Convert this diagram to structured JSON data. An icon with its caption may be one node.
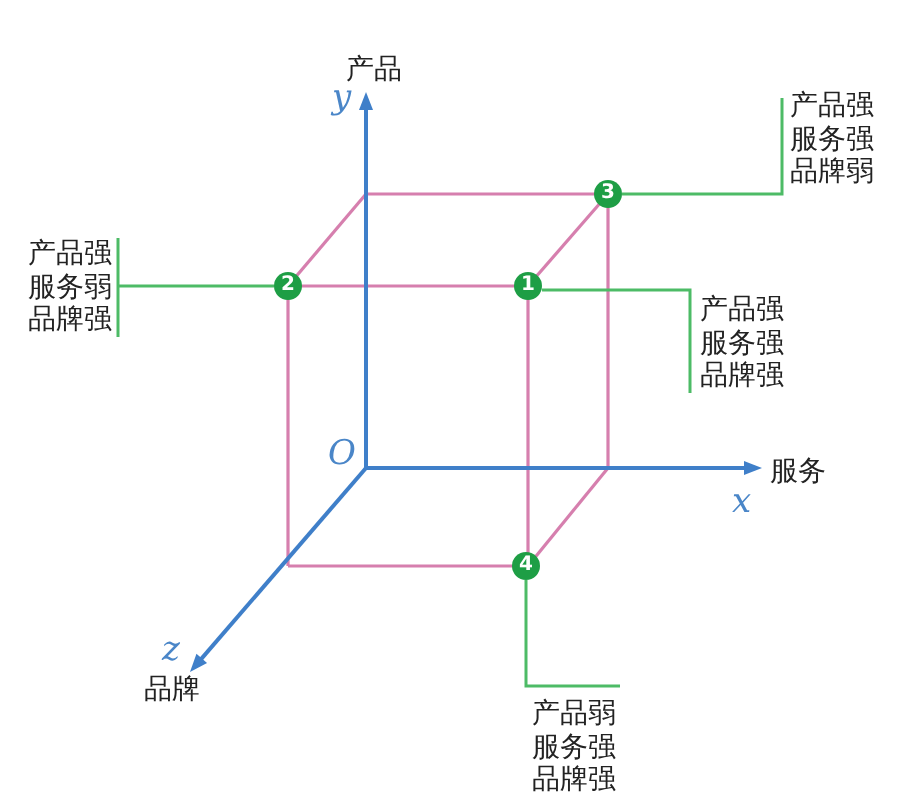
{
  "diagram": {
    "nodes": [
      {
        "text": [
          "产品强服务强品牌弱"
        ]
      },
      {
        "text": [
          "3"
        ]
      },
      {
        "text": [
          "产品强服务弱品牌强"
        ]
      },
      {
        "text": [
          "2"
        ]
      },
      {
        "text": [
          "1"
        ]
      },
      {
        "text": [
          "产品强服务强品牌强"
        ]
      },
      {
        "text": [
          "4"
        ]
      },
      {
        "text": [
          "产品弱服务强品牌强"
        ]
      }
    ],
    "edges": [
      {
        "from": 0,
        "to": 1,
        "arrow": "none"
      },
      {
        "from": 2,
        "to": 3,
        "arrow": "none"
      },
      {
        "from": 5,
        "to": 4,
        "arrow": "none"
      },
      {
        "from": 7,
        "to": 6,
        "arrow": "none"
      }
    ],
    "labels": [
      "产品",
      "y",
      "O",
      "服务",
      "x",
      "z",
      "品牌"
    ]
  }
}
